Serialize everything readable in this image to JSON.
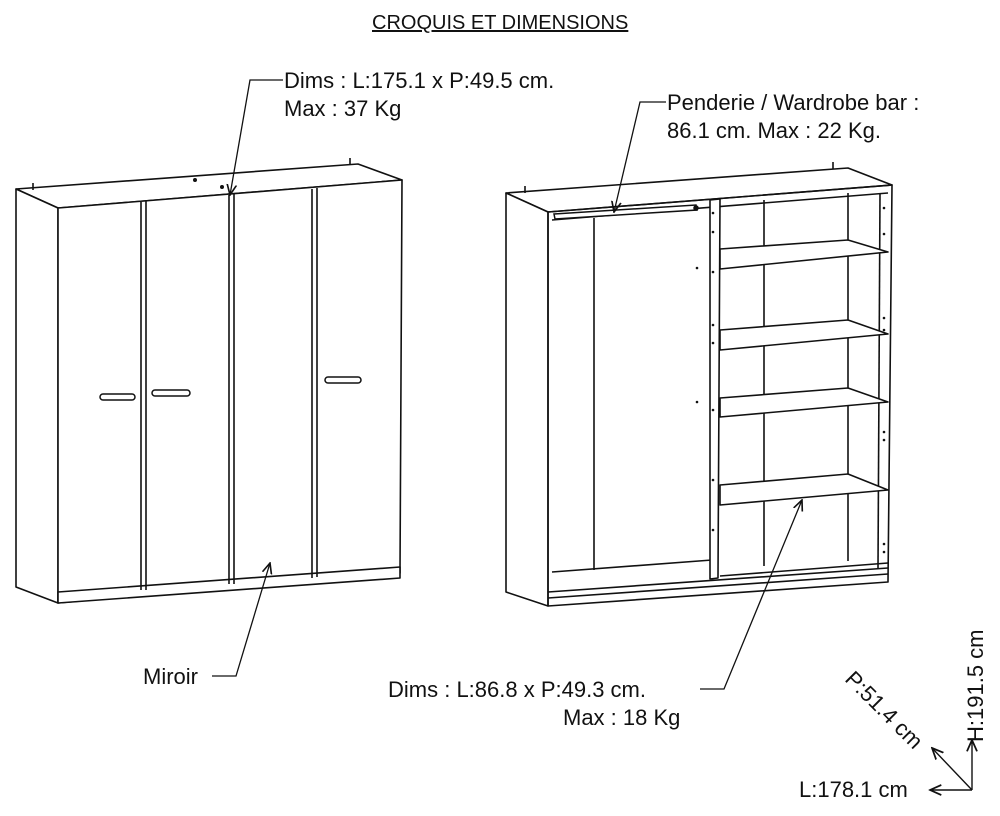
{
  "title": "CROQUIS ET DIMENSIONS",
  "labels": {
    "top_dims_line1": "Dims : L:175.1 x P:49.5 cm.",
    "top_dims_line2": "Max : 37 Kg",
    "wardrobe_bar_line1": "Penderie / Wardrobe bar :",
    "wardrobe_bar_line2": "86.1 cm. Max : 22 Kg.",
    "mirror": "Miroir",
    "shelf_dims_line1": "Dims : L:86.8 x P:49.3 cm.",
    "shelf_dims_line2": "Max : 18 Kg"
  },
  "overall_dimensions": {
    "height": "H:191.5 cm",
    "depth": "P:51.4 cm",
    "width": "L:178.1 cm"
  }
}
